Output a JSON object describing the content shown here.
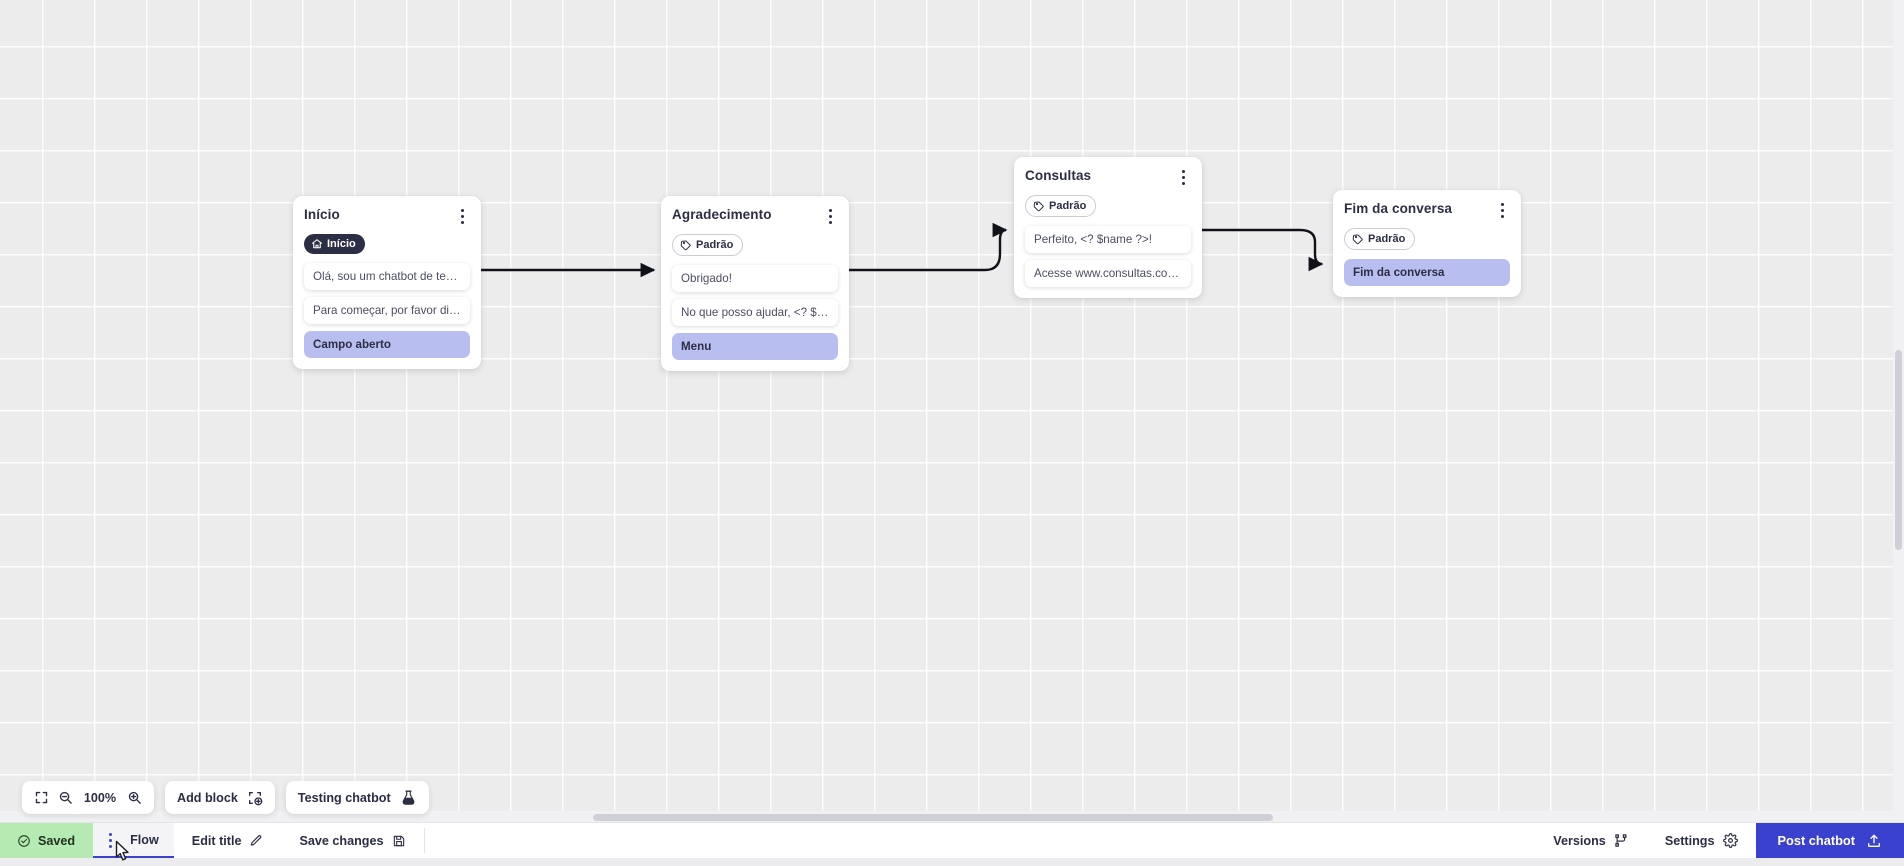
{
  "canvas": {
    "zoom_level": "100%",
    "grid": true
  },
  "nodes": [
    {
      "id": "inicio",
      "title": "Início",
      "badge": {
        "label": "Início",
        "style": "dark",
        "icon": "home-icon"
      },
      "rows": [
        {
          "text": "Olá, sou um chatbot de teste!",
          "accent": false
        },
        {
          "text": "Para começar, por favor digite o ...",
          "accent": false
        },
        {
          "text": "Campo aberto",
          "accent": true
        }
      ]
    },
    {
      "id": "agradecimento",
      "title": "Agradecimento",
      "badge": {
        "label": "Padrão",
        "style": "outline",
        "icon": "tag-icon"
      },
      "rows": [
        {
          "text": "Obrigado!",
          "accent": false
        },
        {
          "text": "No que posso ajudar, <? $name ...",
          "accent": false
        },
        {
          "text": "Menu",
          "accent": true
        }
      ]
    },
    {
      "id": "consultas",
      "title": "Consultas",
      "badge": {
        "label": "Padrão",
        "style": "outline",
        "icon": "tag-icon"
      },
      "rows": [
        {
          "text": "Perfeito, <? $name ?>!",
          "accent": false
        },
        {
          "text": "Acesse www.consultas.com par...",
          "accent": false
        }
      ]
    },
    {
      "id": "fim",
      "title": "Fim da conversa",
      "badge": {
        "label": "Padrão",
        "style": "outline",
        "icon": "tag-icon"
      },
      "rows": [
        {
          "text": "Fim da conversa",
          "accent": true
        }
      ]
    }
  ],
  "float_tools": {
    "fit_icon": "fit-screen-icon",
    "zoom_out_icon": "zoom-out-icon",
    "zoom_in_icon": "zoom-in-icon",
    "zoom_value": "100%",
    "add_block_label": "Add block",
    "add_block_icon": "add-block-icon",
    "testing_label": "Testing chatbot",
    "testing_icon": "flask-icon"
  },
  "bottom_bar": {
    "saved_label": "Saved",
    "saved_icon": "check-circle-icon",
    "flow_tab_label": "Flow",
    "flow_tab_icon": "drag-handle-icon",
    "edit_title_label": "Edit title",
    "edit_title_icon": "pencil-icon",
    "save_changes_label": "Save changes",
    "save_changes_icon": "floppy-disk-icon",
    "versions_label": "Versions",
    "versions_icon": "branch-icon",
    "settings_label": "Settings",
    "settings_icon": "gear-icon",
    "post_label": "Post chatbot",
    "post_icon": "upload-icon"
  },
  "colors": {
    "accent_row": "#b9bef0",
    "primary": "#3b41cf",
    "saved_bg": "#b6eab3",
    "dark": "#2b2e44"
  }
}
